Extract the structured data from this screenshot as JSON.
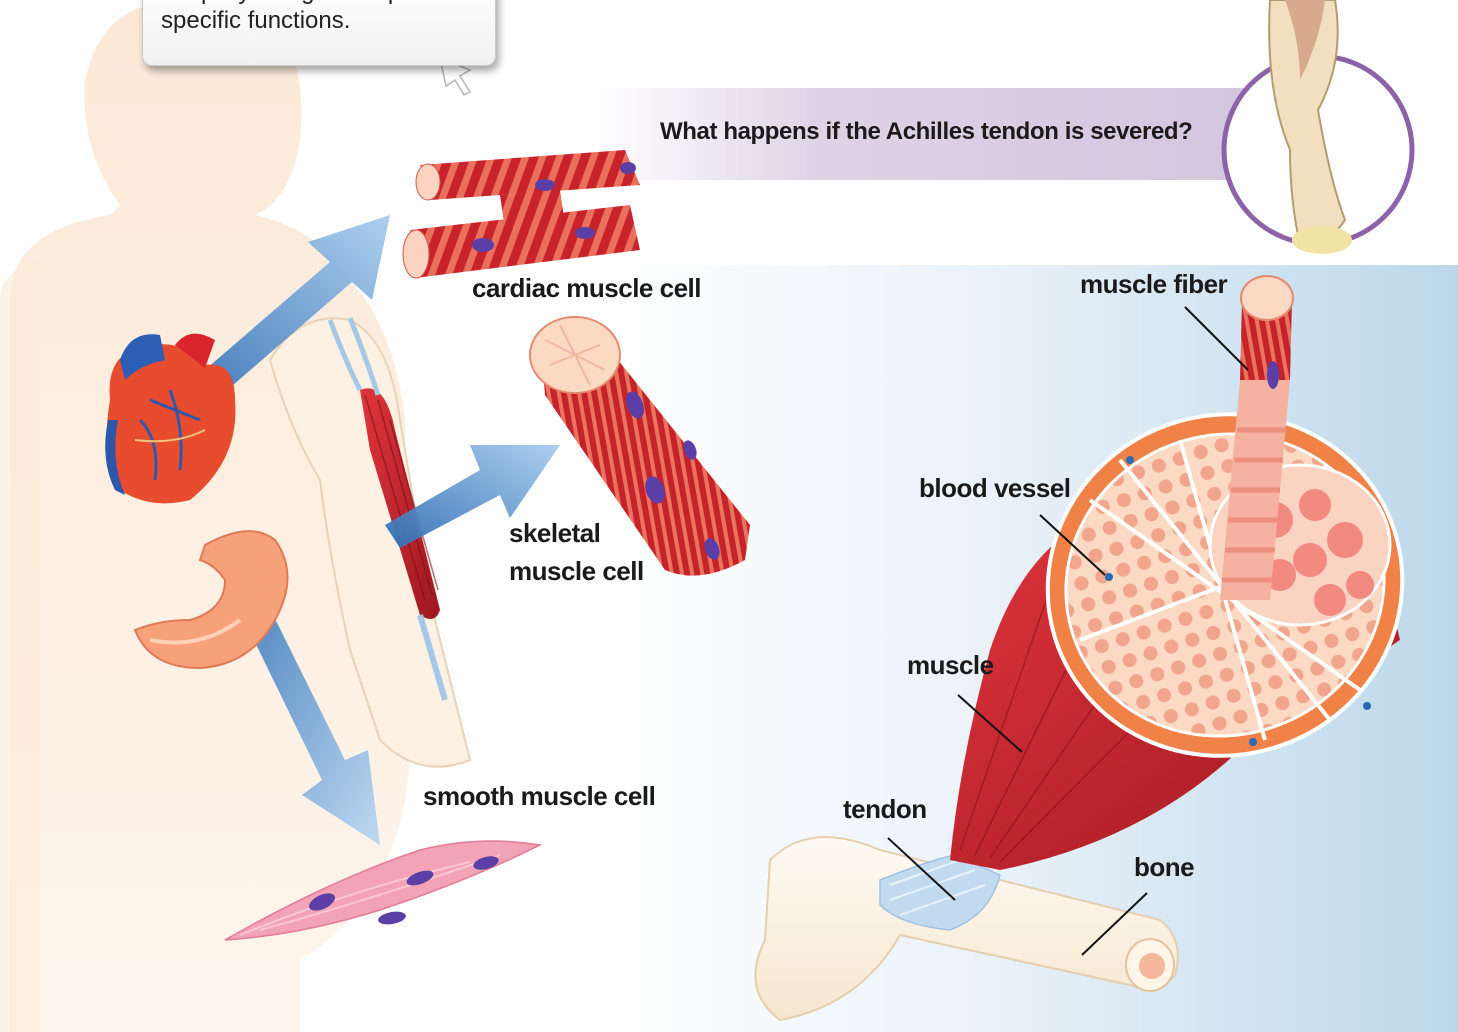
{
  "callout": {
    "text": "uniquely designed to perform\nspecific functions."
  },
  "question": "What happens if the Achilles tendon is severed?",
  "labels": {
    "cardiac": "cardiac muscle cell",
    "skeletal_line1": "skeletal",
    "skeletal_line2": "muscle cell",
    "smooth": "smooth muscle cell",
    "muscle_fiber": "muscle fiber",
    "blood_vessel": "blood vessel",
    "muscle": "muscle",
    "tendon": "tendon",
    "bone": "bone"
  },
  "icons": [
    "cursor-arrow-icon",
    "heart-icon",
    "stomach-icon",
    "arm-icon",
    "achilles-heel-icon"
  ],
  "colors": {
    "muscle_red": "#c8202a",
    "muscle_light": "#f3a98e",
    "arrow_blue": "#3f7fc2",
    "skin": "#fbe3cc",
    "purple_ring": "#8d62a8",
    "nucleus": "#5b3fa6"
  }
}
